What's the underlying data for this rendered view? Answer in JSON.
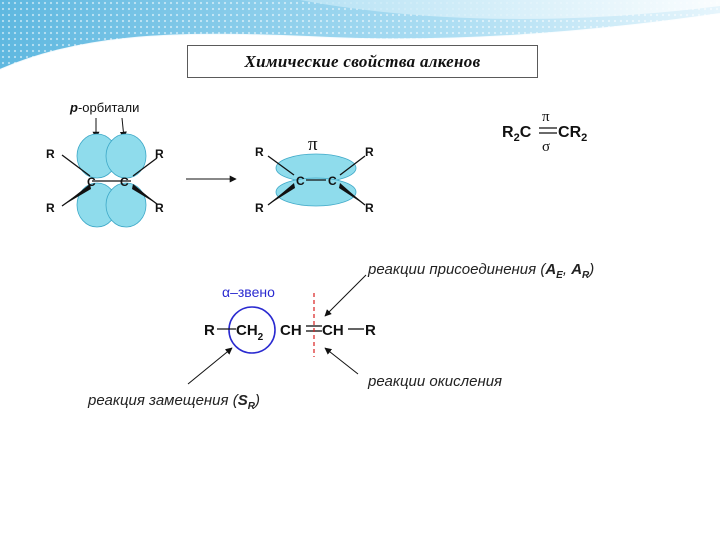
{
  "slide": {
    "title": "Химические свойства алкенов"
  },
  "colors": {
    "orbital_fill": "#8fdcec",
    "orbital_stroke": "#3fa9c8",
    "alpha_ring": "#2a2ad0",
    "alpha_label": "#2a2ad0",
    "dashed_line": "#d82020",
    "header_wave": "#79c3e6"
  },
  "orbital_diagram": {
    "p_orbitals_label_p": "p",
    "p_orbitals_label_rest": "-орбитали",
    "left_molecule": {
      "carbon_left": "C",
      "carbon_right": "C",
      "r_top_left": "R",
      "r_top_right": "R",
      "r_bottom_left": "R",
      "r_bottom_right": "R"
    },
    "right_molecule": {
      "pi_label": "π",
      "carbon_left": "C",
      "carbon_right": "C",
      "r_top_left": "R",
      "r_top_right": "R",
      "r_bottom_left": "R",
      "r_bottom_right": "R"
    }
  },
  "bond_formula": {
    "left": "R",
    "left_sub": "2",
    "left_c": "C",
    "right_c": "C",
    "right": "R",
    "right_sub": "2",
    "pi": "π",
    "sigma": "σ"
  },
  "reactivity": {
    "alpha_label": "α–звено",
    "formula": {
      "r_left": "R",
      "ch2": "CH",
      "ch2_sub": "2",
      "ch_a": "CH",
      "ch_b": "CH",
      "r_right": "R"
    },
    "addition_label": "реакции присоединения (",
    "addition_ae": "A",
    "addition_ae_sub": "E",
    "addition_sep": ", ",
    "addition_ar": "A",
    "addition_ar_sub": "R",
    "addition_close": ")",
    "oxidation_label": "реакции окисления",
    "substitution_label": "реакция замещения (",
    "substitution_s": "S",
    "substitution_s_sub": "R",
    "substitution_close": ")"
  }
}
